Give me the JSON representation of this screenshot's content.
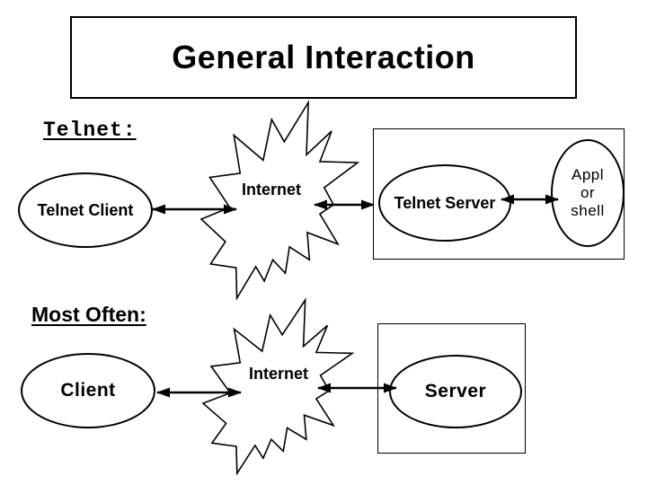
{
  "slide": {
    "title": "General Interaction"
  },
  "headings": {
    "telnet": "Telnet:",
    "most_often": "Most Often:"
  },
  "telnet_diagram": {
    "client_label": "Telnet Client",
    "internet_label": "Internet",
    "server_label": "Telnet Server",
    "appl": {
      "line1": "Appl",
      "line2": "or",
      "line3": "shell"
    }
  },
  "most_often_diagram": {
    "client_label": "Client",
    "internet_label": "Internet",
    "server_label": "Server"
  },
  "colors": {
    "ink": "#000000",
    "background": "#ffffff"
  }
}
